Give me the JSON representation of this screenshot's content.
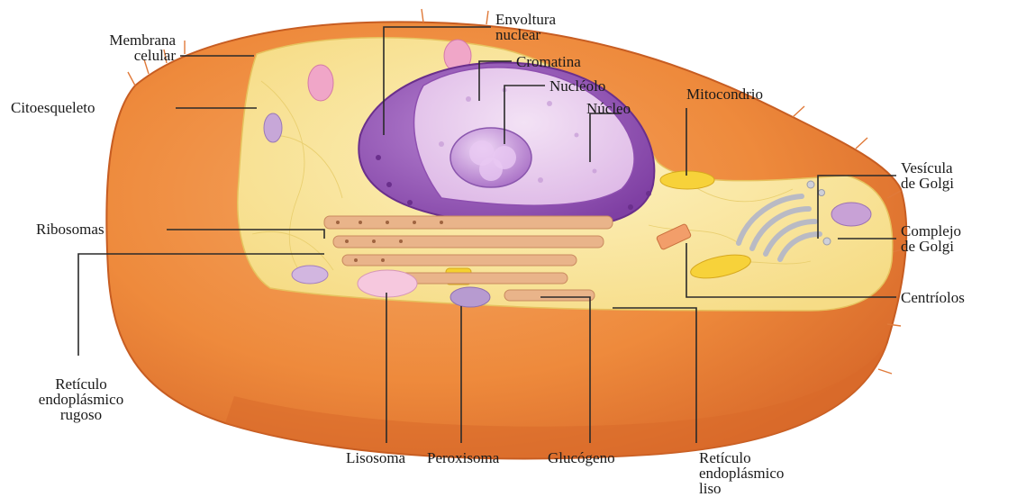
{
  "labels": {
    "envoltura_nuclear": "Envoltura\nnuclear",
    "membrana_celular": "Membrana\ncelular",
    "cromatina": "Cromatina",
    "nucleolo": "Nucléolo",
    "citoesqueleto": "Citoesqueleto",
    "nucleo": "Núcleo",
    "mitocondrio": "Mitocondrio",
    "vesicula_golgi": "Vesícula\nde Golgi",
    "ribosomas": "Ribosomas",
    "complejo_golgi": "Complejo\nde Golgi",
    "centriolos": "Centríolos",
    "reticulo_rugoso": "Retículo\nendoplásmico\nrugoso",
    "lisosoma": "Lisosoma",
    "peroxisoma": "Peroxisoma",
    "glucogeno": "Glucógeno",
    "reticulo_liso": "Retículo\nendoplásmico\nliso"
  },
  "colors": {
    "membrane_outer": "#ee8a3c",
    "membrane_dark": "#d8692a",
    "cytoplasm": "#fbe9a0",
    "nucleus": "#9b5bbf",
    "nucleus_inner": "#e8cdee",
    "nucleolus": "#c490d8",
    "er_rough": "#e9b48a",
    "golgi": "#c9c9cf",
    "mitochondria": "#f7d23a"
  }
}
